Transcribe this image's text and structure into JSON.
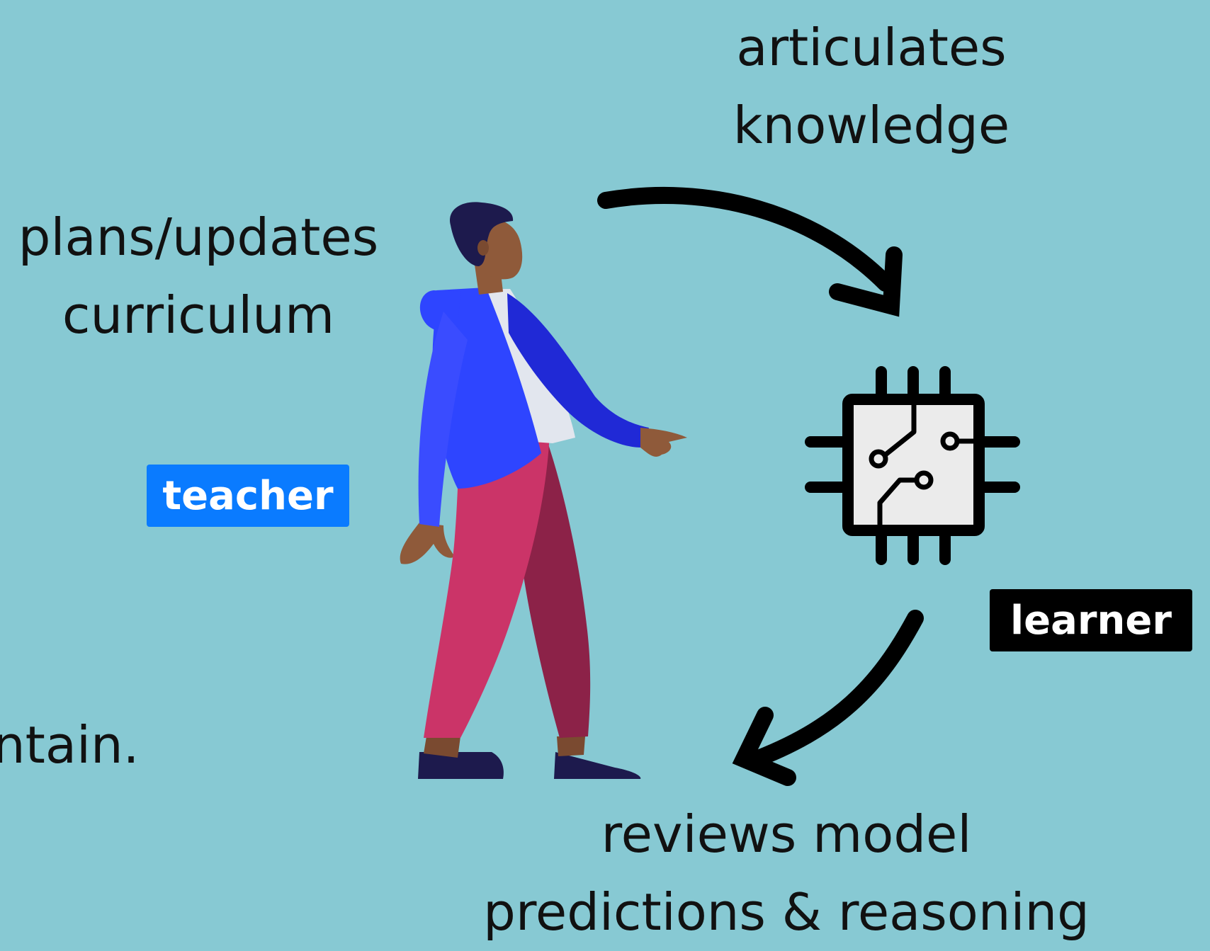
{
  "labels": {
    "plans_line1": "plans/updates",
    "plans_line2": "curriculum",
    "articulates_line1": "articulates",
    "articulates_line2": "knowledge",
    "reviews_line1": "reviews model",
    "reviews_line2": "predictions & reasoning",
    "cut_fragment": "ntain."
  },
  "roles": {
    "teacher": "teacher",
    "learner": "learner"
  },
  "icons": {
    "person": "person-walking-illustration",
    "chip": "microchip-icon",
    "arrow_top": "curved-arrow-icon",
    "arrow_bottom": "curved-arrow-icon"
  },
  "colors": {
    "background": "#87C9D3",
    "teacher_badge": "#0A7BFF",
    "learner_badge": "#000000",
    "jacket": "#2E45FF",
    "pants": "#CB3468",
    "skin": "#8F5A3A"
  }
}
